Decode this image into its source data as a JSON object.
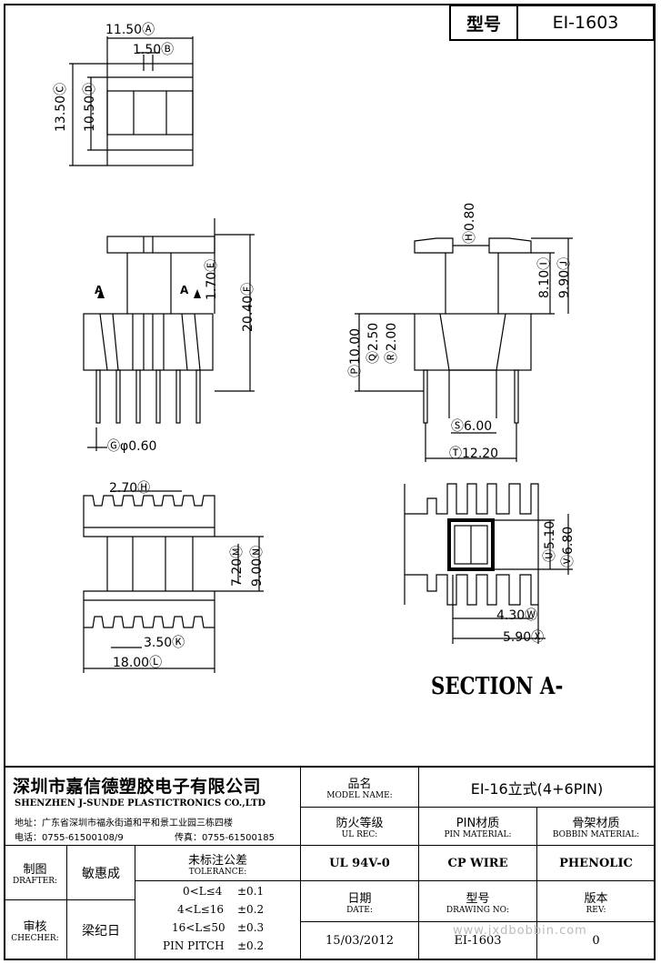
{
  "header": {
    "model_label": "型号",
    "model_value": "EI-1603"
  },
  "dims": {
    "a": "11.50Ⓐ",
    "b": "1.50Ⓑ",
    "c": "13.50Ⓒ",
    "d": "10.50Ⓓ",
    "e": "1.70Ⓔ",
    "f": "20.40Ⓕ",
    "g": "Ⓖφ0.60",
    "h": "Ⓗ0.80",
    "i": "8.10Ⓘ",
    "j": "9.90Ⓙ",
    "p": "Ⓟ10.00",
    "q": "Ⓠ2.50",
    "r": "Ⓡ2.00",
    "s": "Ⓢ6.00",
    "t": "Ⓣ12.20",
    "hh": "2.70Ⓗ",
    "m": "7.20Ⓜ",
    "n": "9.00Ⓝ",
    "k": "3.50Ⓚ",
    "l": "18.00Ⓛ",
    "u": "Ⓤ5.10",
    "v": "Ⓥ6.80",
    "w": "4.30Ⓦ",
    "x": "5.90Ⓧ",
    "section_a": "A",
    "section_a2": "A"
  },
  "section_title": "SECTION A-",
  "company": {
    "name_cn": "深圳市嘉信德塑胶电子有限公司",
    "name_en": "SHENZHEN J-SUNDE PLASTICTRONICS CO.,LTD",
    "address": "地址：广东省深圳市福永街道和平和景工业园三栋四楼",
    "phone": "电话：0755-61500108/9",
    "fax": "传真：0755-61500185"
  },
  "title_block": {
    "model_name_cn": "品名",
    "model_name_en": "MODEL NAME:",
    "model_name_value": "EI-16立式(4+6PIN)",
    "ul_cn": "防火等级",
    "ul_en": "UL REC:",
    "pin_cn": "PIN材质",
    "pin_en": "PIN MATERIAL:",
    "bobbin_cn": "骨架材质",
    "bobbin_en": "BOBBIN MATERIAL:",
    "ul_value": "UL 94V-0",
    "pin_value": "CP WIRE",
    "bobbin_value": "PHENOLIC",
    "drafter_cn": "制图",
    "drafter_en": "DRAFTER:",
    "drafter_value": "敏惠成",
    "checker_cn": "审核",
    "checker_en": "CHECHER:",
    "checker_value": "梁纪日",
    "tol_cn": "未标注公差",
    "tol_en": "TOLERANCE:",
    "tol_rows": [
      {
        "range": "0<L≤4",
        "val": "±0.1"
      },
      {
        "range": "4<L≤16",
        "val": "±0.2"
      },
      {
        "range": "16<L≤50",
        "val": "±0.3"
      },
      {
        "range": "PIN PITCH",
        "val": "±0.2"
      }
    ],
    "date_cn": "日期",
    "date_en": "DATE:",
    "date_value": "15/03/2012",
    "drawing_cn": "型号",
    "drawing_en": "DRAWING NO:",
    "drawing_value": "EI-1603",
    "rev_cn": "版本",
    "rev_en": "REV:",
    "rev_value": "0",
    "watermark": "www.jxdbobbin.com"
  }
}
